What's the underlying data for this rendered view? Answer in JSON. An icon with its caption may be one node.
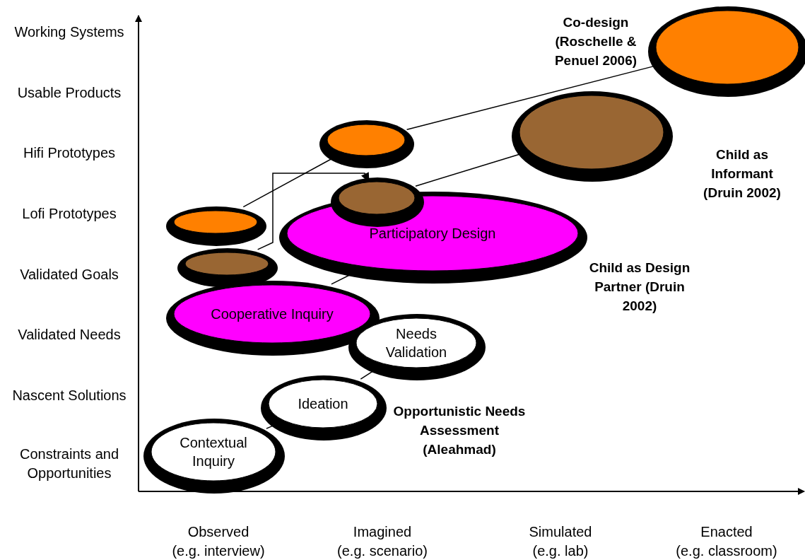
{
  "diagram": {
    "nodes": [
      {
        "text": [],
        "shape": "ellipse"
      },
      {
        "text": [],
        "shape": "ellipse"
      },
      {
        "text": [],
        "shape": "ellipse"
      },
      {
        "text": [],
        "shape": "ellipse"
      },
      {
        "text": [
          "Participatory Design"
        ]
      },
      {
        "text": [],
        "shape": "ellipse"
      },
      {
        "text": [],
        "shape": "ellipse"
      },
      {
        "text": [
          "Cooperative Inquiry"
        ]
      },
      {
        "text": [
          "Needs Validation"
        ]
      },
      {
        "text": [
          "Ideation"
        ]
      },
      {
        "text": [
          "Contextual Inquiry"
        ]
      }
    ],
    "edges": [
      {
        "from": 5,
        "to": 1,
        "arrow": "none"
      },
      {
        "from": 1,
        "to": 0,
        "arrow": "none"
      },
      {
        "from": 6,
        "to": 3,
        "arrow": "to"
      },
      {
        "from": 3,
        "to": 2,
        "arrow": "none"
      },
      {
        "from": 7,
        "to": 4,
        "arrow": "none"
      },
      {
        "from": 10,
        "to": 9,
        "arrow": "none"
      },
      {
        "from": 9,
        "to": 8,
        "arrow": "none"
      }
    ],
    "labels": [
      "Working Systems",
      "Usable Products",
      "Hifi Prototypes",
      "Lofi Prototypes",
      "Validated Goals",
      "Validated Needs",
      "Nascent Solutions",
      "Constraints and Opportunities",
      "Co-design (Roschelle & Penuel 2006)",
      "Child as Informant (Druin 2002)",
      "Child as Design Partner (Druin 2002)",
      "Opportunistic Needs Assessment (Aleahmad)",
      "Observed (e.g. interview)",
      "Imagined (e.g. scenario)",
      "Simulated (e.g. lab)",
      "Enacted (e.g. classroom)"
    ]
  }
}
